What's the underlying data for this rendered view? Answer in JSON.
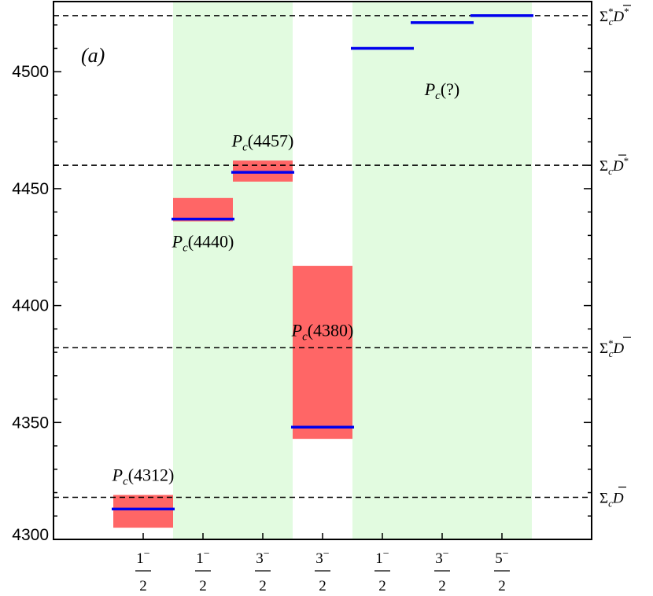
{
  "chart_data": {
    "type": "level-diagram",
    "panel_label": "(a)",
    "ylim": [
      4300,
      4530
    ],
    "yticks": [
      4300,
      4350,
      4400,
      4450,
      4500
    ],
    "categories": [
      {
        "num": "1",
        "sup": "−",
        "den": "2"
      },
      {
        "num": "1",
        "sup": "−",
        "den": "2"
      },
      {
        "num": "3",
        "sup": "−",
        "den": "2"
      },
      {
        "num": "3",
        "sup": "−",
        "den": "2"
      },
      {
        "num": "1",
        "sup": "−",
        "den": "2"
      },
      {
        "num": "3",
        "sup": "−",
        "den": "2"
      },
      {
        "num": "5",
        "sup": "−",
        "den": "2"
      }
    ],
    "shaded_regions": [
      {
        "from": 1,
        "to": 3,
        "color": "#e2fbe0"
      },
      {
        "from": 4,
        "to": 7,
        "color": "#e2fbe0"
      }
    ],
    "thresholds": [
      {
        "value": 4318,
        "base": "Σ",
        "sub": "c",
        "star": false,
        "meson": "D",
        "meson_star": false
      },
      {
        "value": 4382,
        "base": "Σ",
        "sub": "c",
        "star": true,
        "meson": "D",
        "meson_star": false
      },
      {
        "value": 4460,
        "base": "Σ",
        "sub": "c",
        "star": false,
        "meson": "D",
        "meson_star": true
      },
      {
        "value": 4524,
        "base": "Σ",
        "sub": "c",
        "star": true,
        "meson": "D",
        "meson_star": true
      }
    ],
    "experimental_bands": [
      {
        "col": 0,
        "low": 4305,
        "high": 4319
      },
      {
        "col": 1,
        "low": 4436,
        "high": 4446
      },
      {
        "col": 2,
        "low": 4453,
        "high": 4462
      },
      {
        "col": 3,
        "low": 4343,
        "high": 4417
      }
    ],
    "predicted_levels": [
      {
        "col": 0,
        "value": 4313
      },
      {
        "col": 1,
        "value": 4437
      },
      {
        "col": 2,
        "value": 4457
      },
      {
        "col": 3,
        "value": 4348
      },
      {
        "col": 4,
        "value": 4510
      },
      {
        "col": 5,
        "value": 4521
      },
      {
        "col": 6,
        "value": 4524
      }
    ],
    "annotations": [
      {
        "prefix": "P",
        "sub": "c",
        "text": "(4312)",
        "col": 0,
        "value": 4325
      },
      {
        "prefix": "P",
        "sub": "c",
        "text": "(4440)",
        "col": 1,
        "value": 4425
      },
      {
        "prefix": "P",
        "sub": "c",
        "text": "(4457)",
        "col": 2,
        "value": 4468
      },
      {
        "prefix": "P",
        "sub": "c",
        "text": "(4380)",
        "col": 3,
        "value": 4387
      },
      {
        "prefix": "P",
        "sub": "c",
        "text": "(?)",
        "col": 5,
        "value": 4490
      }
    ],
    "colors": {
      "band": "#ff6666",
      "level": "#0000ee",
      "shade": "#e2fbe0"
    }
  }
}
